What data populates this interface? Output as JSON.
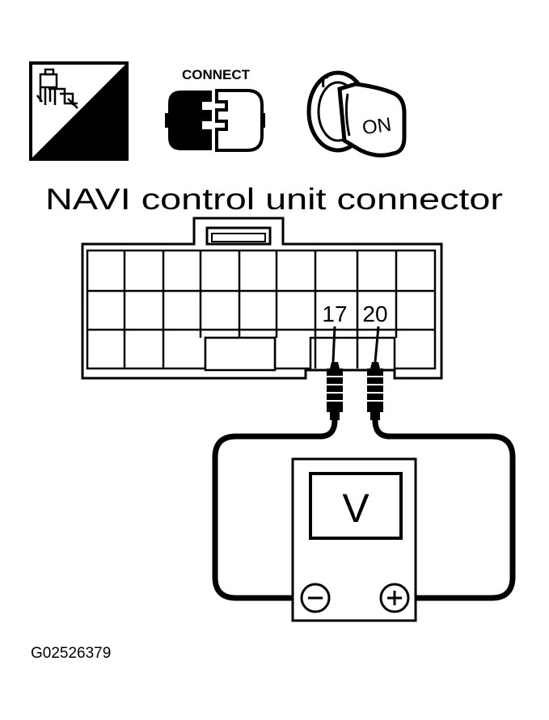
{
  "icons": {
    "harness_side": {
      "name": "harness-side-icon",
      "label": "H.S."
    },
    "connect": {
      "name": "connect-icon",
      "label": "CONNECT"
    },
    "ignition": {
      "name": "ignition-key-icon",
      "label": "ON"
    }
  },
  "title": "NAVI control unit connector",
  "connector": {
    "pins": [
      {
        "number": "17"
      },
      {
        "number": "20"
      }
    ]
  },
  "meter": {
    "symbol": "V",
    "negative_symbol": "−",
    "positive_symbol": "+"
  },
  "figure_code": "G02526379"
}
